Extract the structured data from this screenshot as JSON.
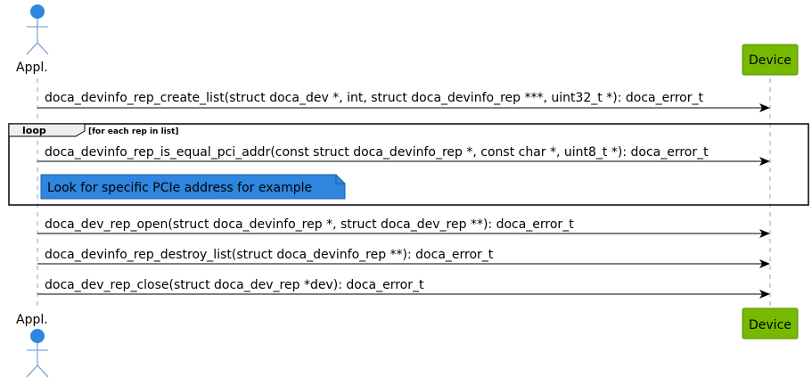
{
  "participants": {
    "actor": {
      "name": "Appl."
    },
    "device": {
      "name": "Device"
    }
  },
  "messages": [
    {
      "text": "doca_devinfo_rep_create_list(struct doca_dev *, int, struct doca_devinfo_rep ***, uint32_t *): doca_error_t"
    },
    {
      "text": "doca_devinfo_rep_is_equal_pci_addr(const struct doca_devinfo_rep *, const char *, uint8_t *): doca_error_t"
    },
    {
      "text": "doca_dev_rep_open(struct doca_devinfo_rep *, struct doca_dev_rep **): doca_error_t"
    },
    {
      "text": "doca_devinfo_rep_destroy_list(struct doca_devinfo_rep **): doca_error_t"
    },
    {
      "text": "doca_dev_rep_close(struct doca_dev_rep *dev): doca_error_t"
    }
  ],
  "loop": {
    "tag": "loop",
    "condition": "[for each rep in list]"
  },
  "note": {
    "text": "Look for specific PCIe address for example"
  },
  "colors": {
    "actor": "#2E86DE",
    "device_fill": "#76B900",
    "device_border": "#5A8F00",
    "note_fill": "#2E86DE",
    "lifeline": "#7FA7D6"
  }
}
